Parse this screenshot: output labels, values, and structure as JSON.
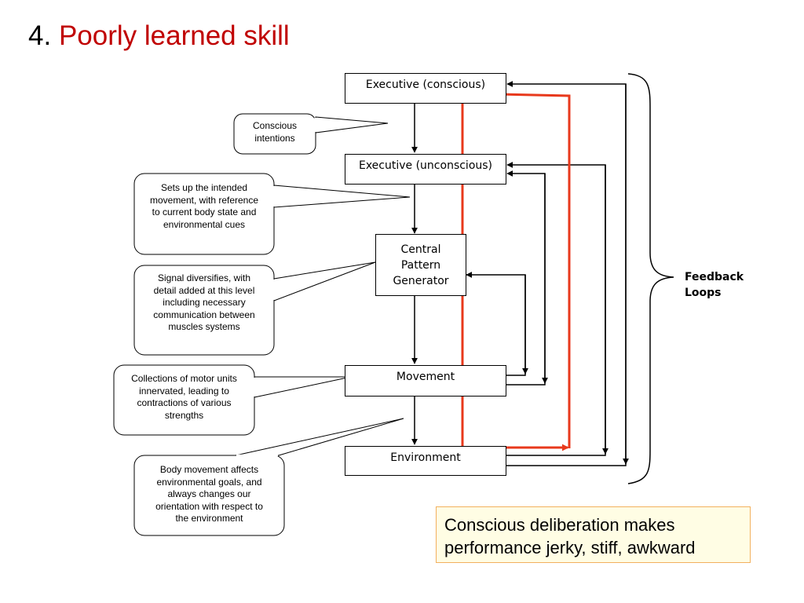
{
  "title": {
    "number": "4.",
    "text": "Poorly learned skill"
  },
  "nodes": {
    "executive_conscious": "Executive (conscious)",
    "executive_unconscious": "Executive (unconscious)",
    "cpg_line1": "Central",
    "cpg_line2": "Pattern",
    "cpg_line3": "Generator",
    "movement": "Movement",
    "environment": "Environment"
  },
  "callouts": {
    "conscious_intentions": [
      "Conscious",
      "intentions"
    ],
    "sets_up": [
      "Sets up the intended",
      "movement, with reference",
      "to current body state and",
      "environmental cues"
    ],
    "signal_diversifies": [
      "Signal diversifies, with",
      "detail added at this level",
      "including necessary",
      "communication between",
      "muscles systems"
    ],
    "motor_units": [
      "Collections of motor units",
      "innervated, leading to",
      "contractions of various",
      "strengths"
    ],
    "body_movement": [
      "Body movement affects",
      "environmental goals, and",
      "always changes our",
      "orientation with respect to",
      "the environment"
    ]
  },
  "feedback": [
    "Feedback",
    "Loops"
  ],
  "note": [
    "Conscious deliberation makes",
    "performance jerky, stiff, awkward"
  ],
  "colors": {
    "title_accent": "#c00000",
    "highlight_loop": "#e8391c",
    "note_border": "#f2b05e",
    "note_fill": "#fffde4"
  }
}
